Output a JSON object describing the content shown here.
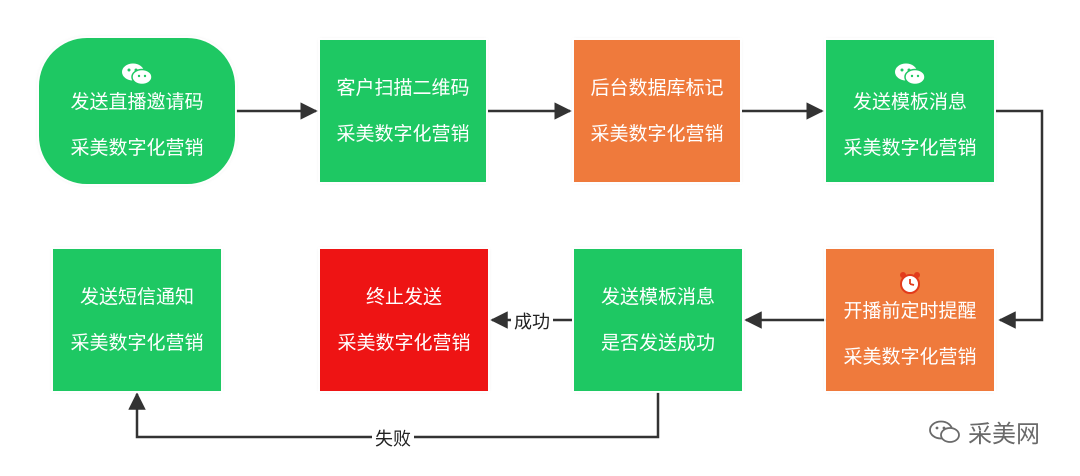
{
  "nodes": {
    "send_invite": {
      "title": "发送直播邀请码",
      "brand": "采美数字化营销",
      "color": "#1ec863"
    },
    "scan_qr": {
      "title": "客户扫描二维码",
      "brand": "采美数字化营销",
      "color": "#1ec863"
    },
    "db_mark": {
      "title": "后台数据库标记",
      "brand": "采美数字化营销",
      "color": "#ef7a3c"
    },
    "send_template": {
      "title": "发送模板消息",
      "brand": "采美数字化营销",
      "color": "#1ec863"
    },
    "reminder": {
      "title": "开播前定时提醒",
      "brand": "采美数字化营销",
      "color": "#ef7a3c"
    },
    "check_send": {
      "title": "发送模板消息",
      "subtitle": "是否发送成功",
      "color": "#1ec863"
    },
    "terminate": {
      "title": "终止发送",
      "brand": "采美数字化营销",
      "color": "#ee1414"
    },
    "send_sms": {
      "title": "发送短信通知",
      "brand": "采美数字化营销",
      "color": "#1ec863"
    }
  },
  "edges": {
    "success_label": "成功",
    "fail_label": "失败"
  },
  "icons": {
    "wechat": "wechat-icon",
    "alarm": "alarm-clock-icon"
  },
  "watermark": {
    "text": "采美网"
  }
}
